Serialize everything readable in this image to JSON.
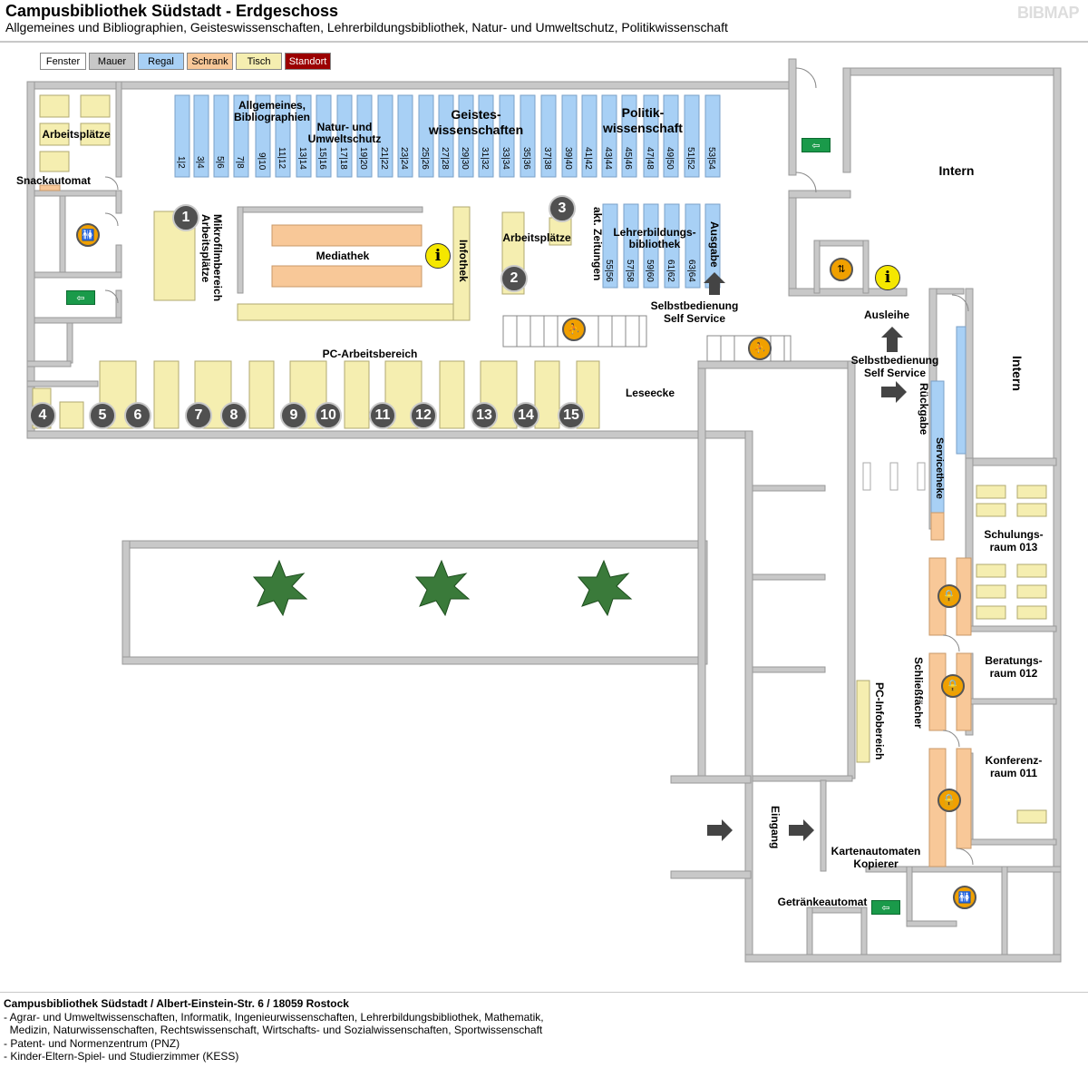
{
  "header": {
    "title": "Campusbibliothek Südstadt - Erdgeschoss",
    "subtitle": "Allgemeines und Bibliographien, Geisteswissenschaften, Lehrerbildungsbibliothek, Natur- und Umweltschutz, Politikwissenschaft",
    "logo": "BIBMAP"
  },
  "legend": [
    {
      "label": "Fenster",
      "color": "#ffffff"
    },
    {
      "label": "Mauer",
      "color": "#c8c8c8"
    },
    {
      "label": "Regal",
      "color": "#a8d0f5"
    },
    {
      "label": "Schrank",
      "color": "#f8c898"
    },
    {
      "label": "Tisch",
      "color": "#f5eeb0"
    },
    {
      "label": "Standort",
      "color": "#9b0000"
    }
  ],
  "shelf_numbers_top": [
    "1|2",
    "3|4",
    "5|6",
    "7|8",
    "9|10",
    "11|12",
    "13|14",
    "15|16",
    "17|18",
    "19|20",
    "21|22",
    "23|24",
    "25|26",
    "27|28",
    "29|30",
    "31|32",
    "33|34",
    "35|36",
    "37|38",
    "39|40",
    "41|42",
    "43|44",
    "45|46",
    "47|48",
    "49|50",
    "51|52",
    "53|54"
  ],
  "shelf_numbers_lower": [
    "55|56",
    "57|58",
    "59|60",
    "61|62",
    "63|64"
  ],
  "labels": {
    "allgemeines": "Allgemeines, Bibliographien",
    "natur": "Natur- und Umweltschutz",
    "geistes": "Geistes- wissenschaften",
    "politik": "Politik- wissenschaft",
    "arbeitsplaetze_left": "Arbeitsplätze",
    "snackautomat": "Snackautomat",
    "mikrofilm": "Mikrofilmbereich Arbeitsplätze",
    "mediathek": "Mediathek",
    "infothek": "Infothek",
    "arbeitsplaetze_mid": "Arbeitsplätze",
    "zeitungen": "akt. Zeitungen",
    "lehrerbildung": "Lehrerbildungs- bibliothek",
    "ausgabe": "Ausgabe",
    "selbstbedienung1": "Selbstbedienung Self Service",
    "intern_top": "Intern",
    "ausleihe": "Ausleihe",
    "selbstbedienung2": "Selbstbedienung Self Service",
    "rueckgabe": "Rückgabe",
    "intern_side": "Intern",
    "servicetheke": "Servicetheke",
    "pc_arbeitsbereich": "PC-Arbeitsbereich",
    "leseecke": "Leseecke",
    "schulungsraum": "Schulungs- raum 013",
    "beratungsraum": "Beratungs- raum 012",
    "konferenzraum": "Konferenz- raum 011",
    "schliessfaecher": "Schließfächer",
    "pc_infobereich": "PC-Infobereich",
    "eingang": "Eingang",
    "kartenautomaten": "Kartenautomaten Kopierer",
    "getraenkeautomat": "Getränkeautomat"
  },
  "locations": [
    "1",
    "2",
    "3",
    "4",
    "5",
    "6",
    "7",
    "8",
    "9",
    "10",
    "11",
    "12",
    "13",
    "14",
    "15"
  ],
  "symbols": {
    "info": "i",
    "exit": "⇦"
  },
  "footer": {
    "name": "Campusbibliothek Südstadt / Albert-Einstein-Str. 6 / 18059 Rostock",
    "lines": [
      "- Agrar- und Umweltwissenschaften, Informatik, Ingenieurwissenschaften, Lehrerbildungsbibliothek, Mathematik,",
      "  Medizin, Naturwissenschaften, Rechtswissenschaft, Wirtschafts- und Sozialwissenschaften, Sportwissenschaft",
      "- Patent- und Normenzentrum (PNZ)",
      "- Kinder-Eltern-Spiel- und Studierzimmer (KESS)"
    ]
  }
}
